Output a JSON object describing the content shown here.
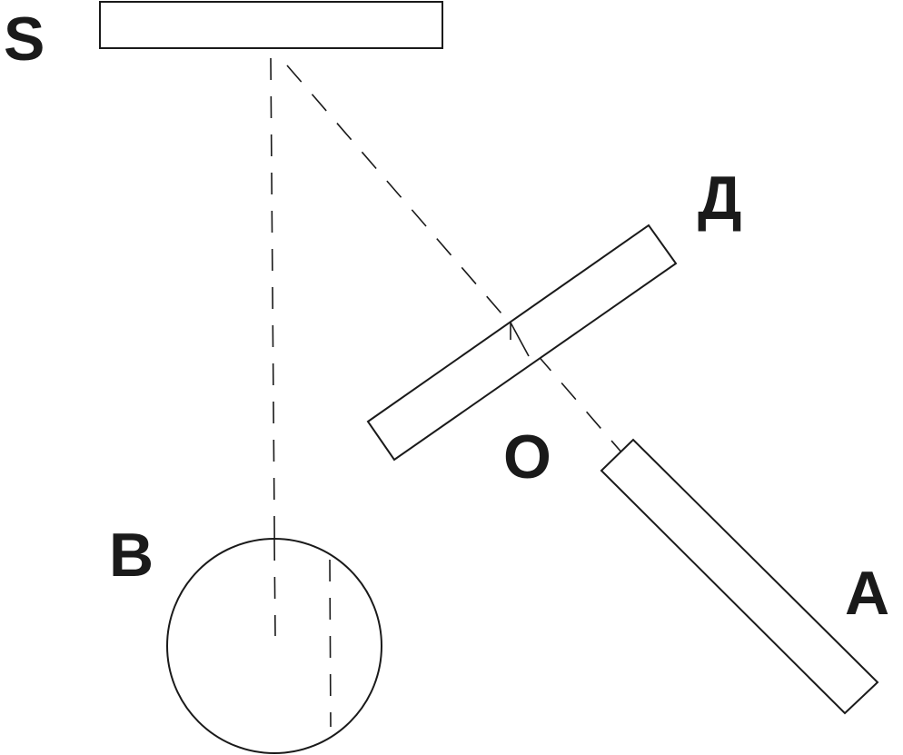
{
  "labels": {
    "s": "S",
    "d": "Д",
    "o": "O",
    "b": "B",
    "a": "A"
  },
  "colors": {
    "stroke": "#1a1a1a",
    "background": "#ffffff"
  }
}
